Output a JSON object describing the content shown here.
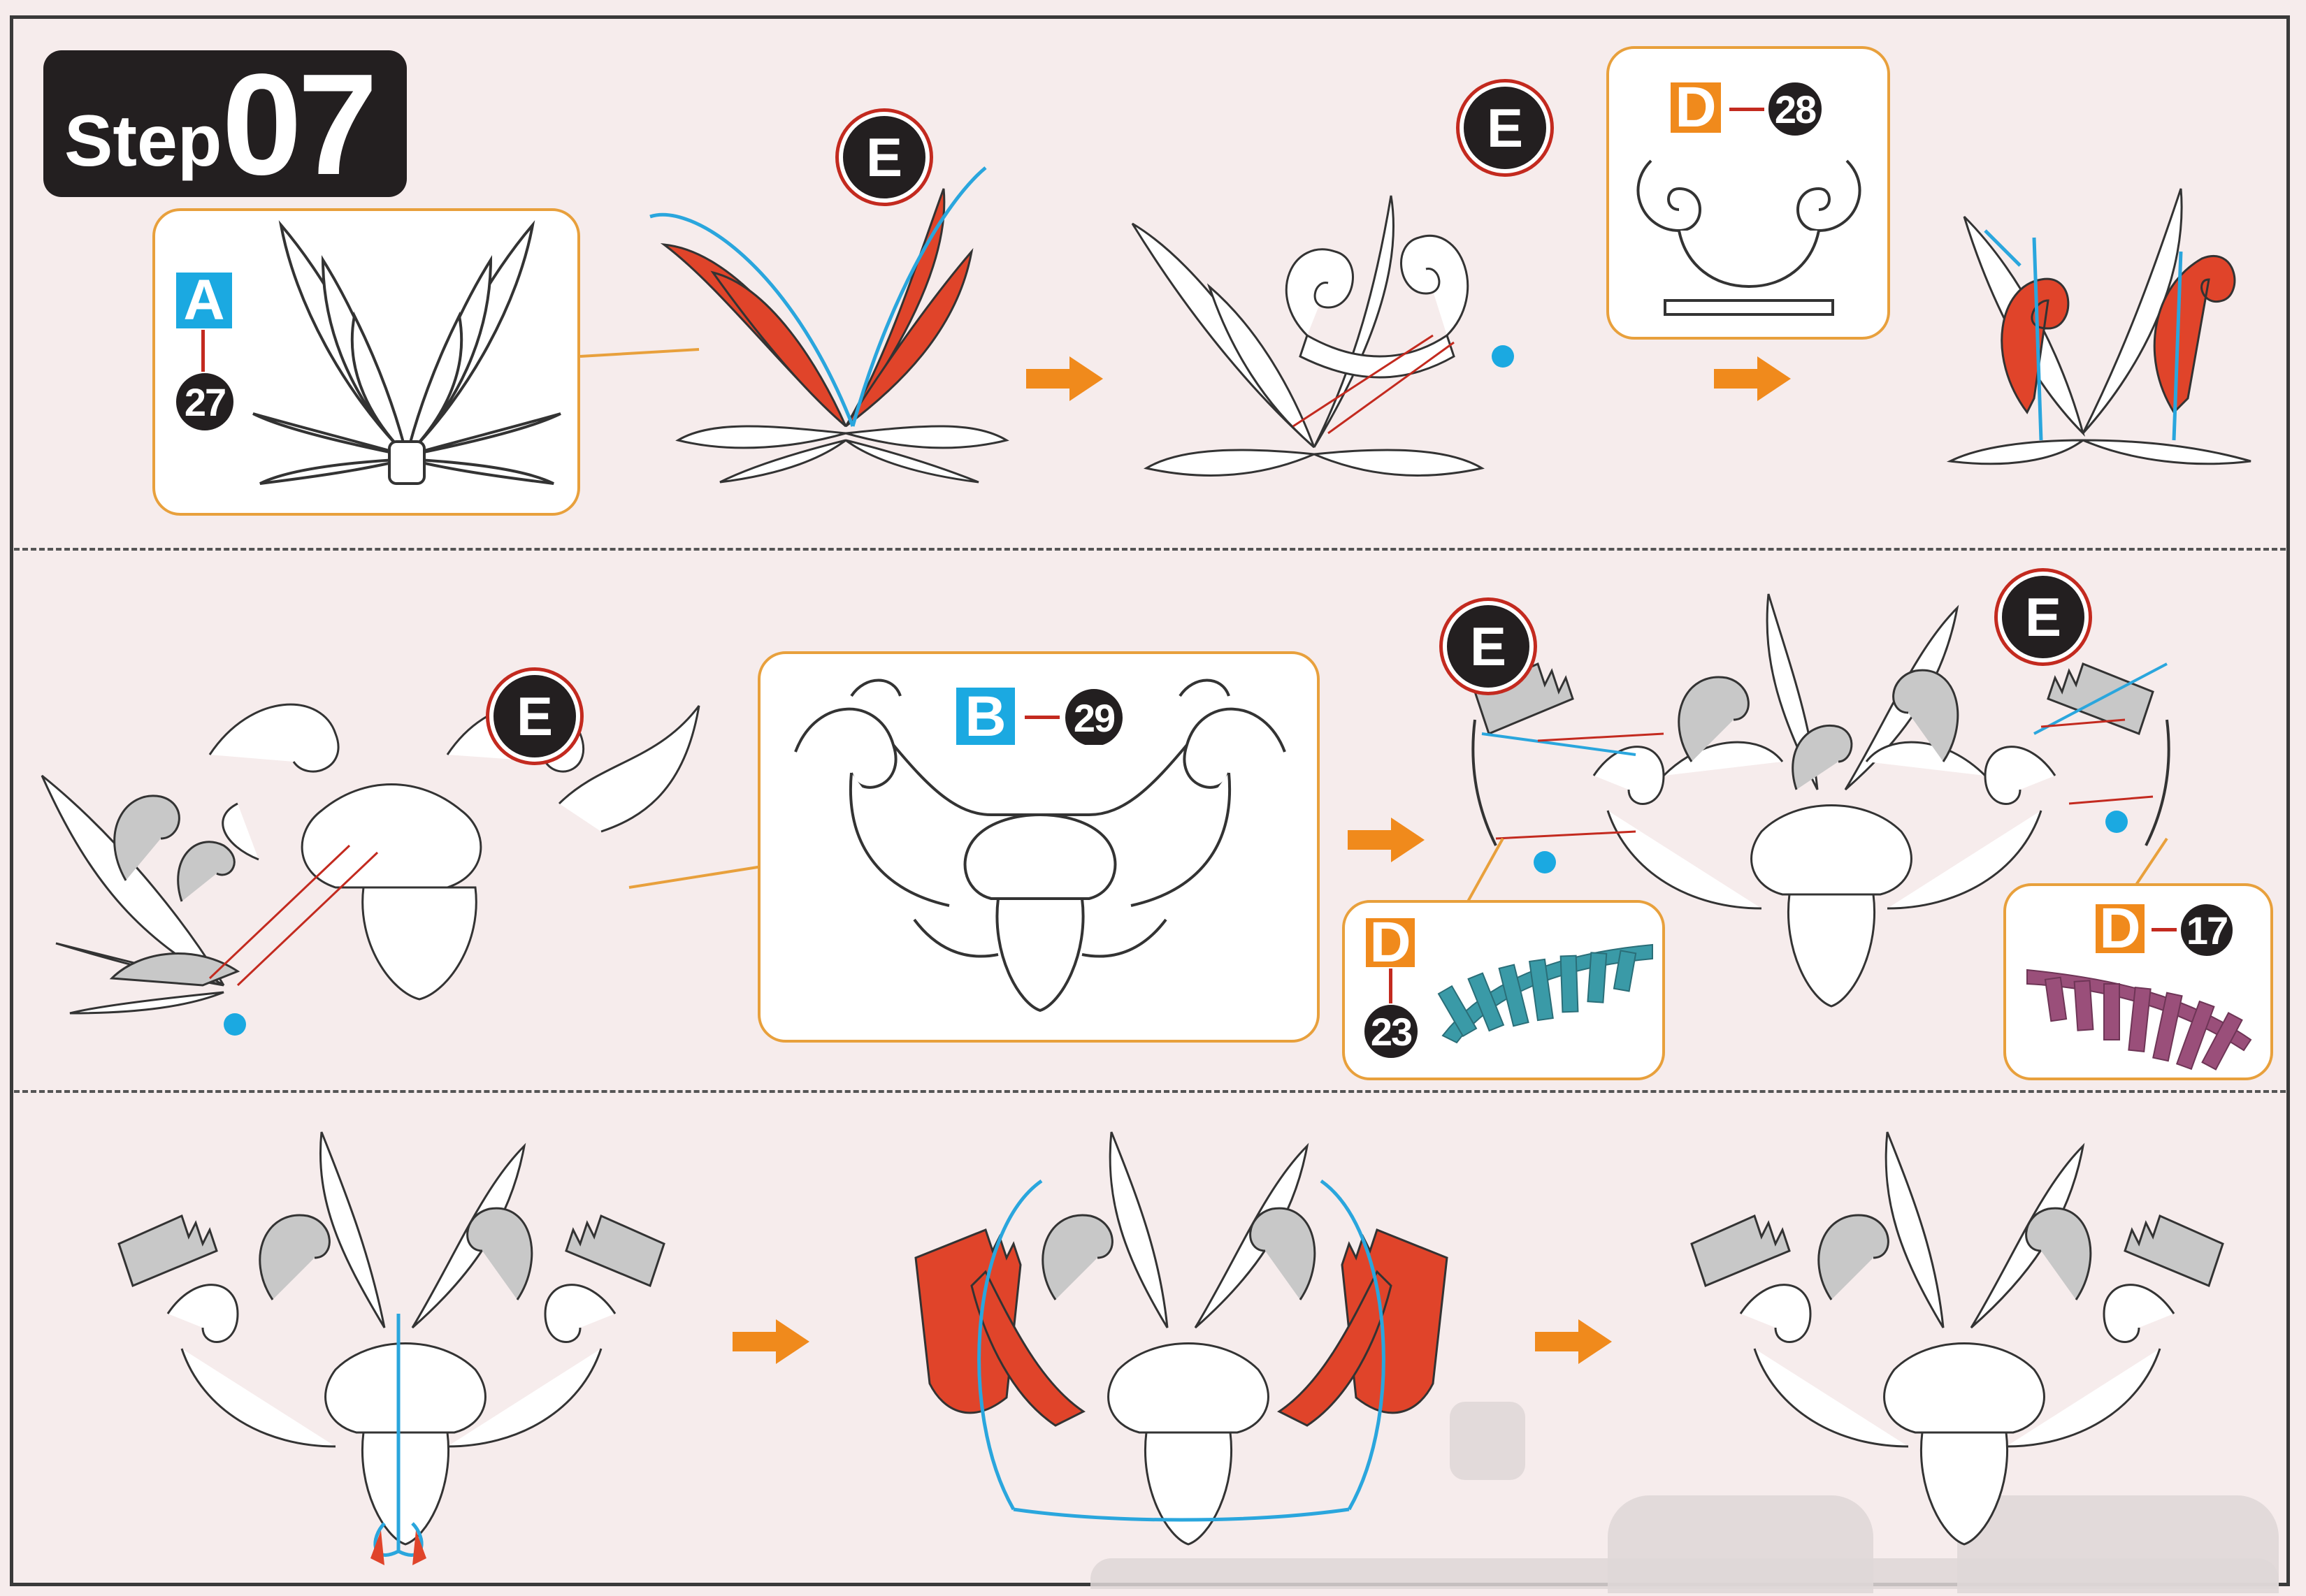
{
  "step": {
    "word": "Step",
    "number": "07"
  },
  "parts": {
    "A": "A",
    "B": "B",
    "D": "D",
    "E": "E",
    "n27": "27",
    "n28": "28",
    "n29": "29",
    "n23": "23",
    "n17": "17"
  },
  "colors": {
    "orange_accent": "#e8a03c",
    "red_part": "#e0442a",
    "blue_label": "#1ba9e1",
    "orange_label": "#f08a1c",
    "teal_part": "#3a9aa7",
    "purple_part": "#9a4f7a",
    "grey_part": "#c8c8c8",
    "guide_blue": "#2aa6dd"
  },
  "icons": [
    "right-arrow-icon",
    "blue-dot-icon",
    "part-tag-icon"
  ]
}
